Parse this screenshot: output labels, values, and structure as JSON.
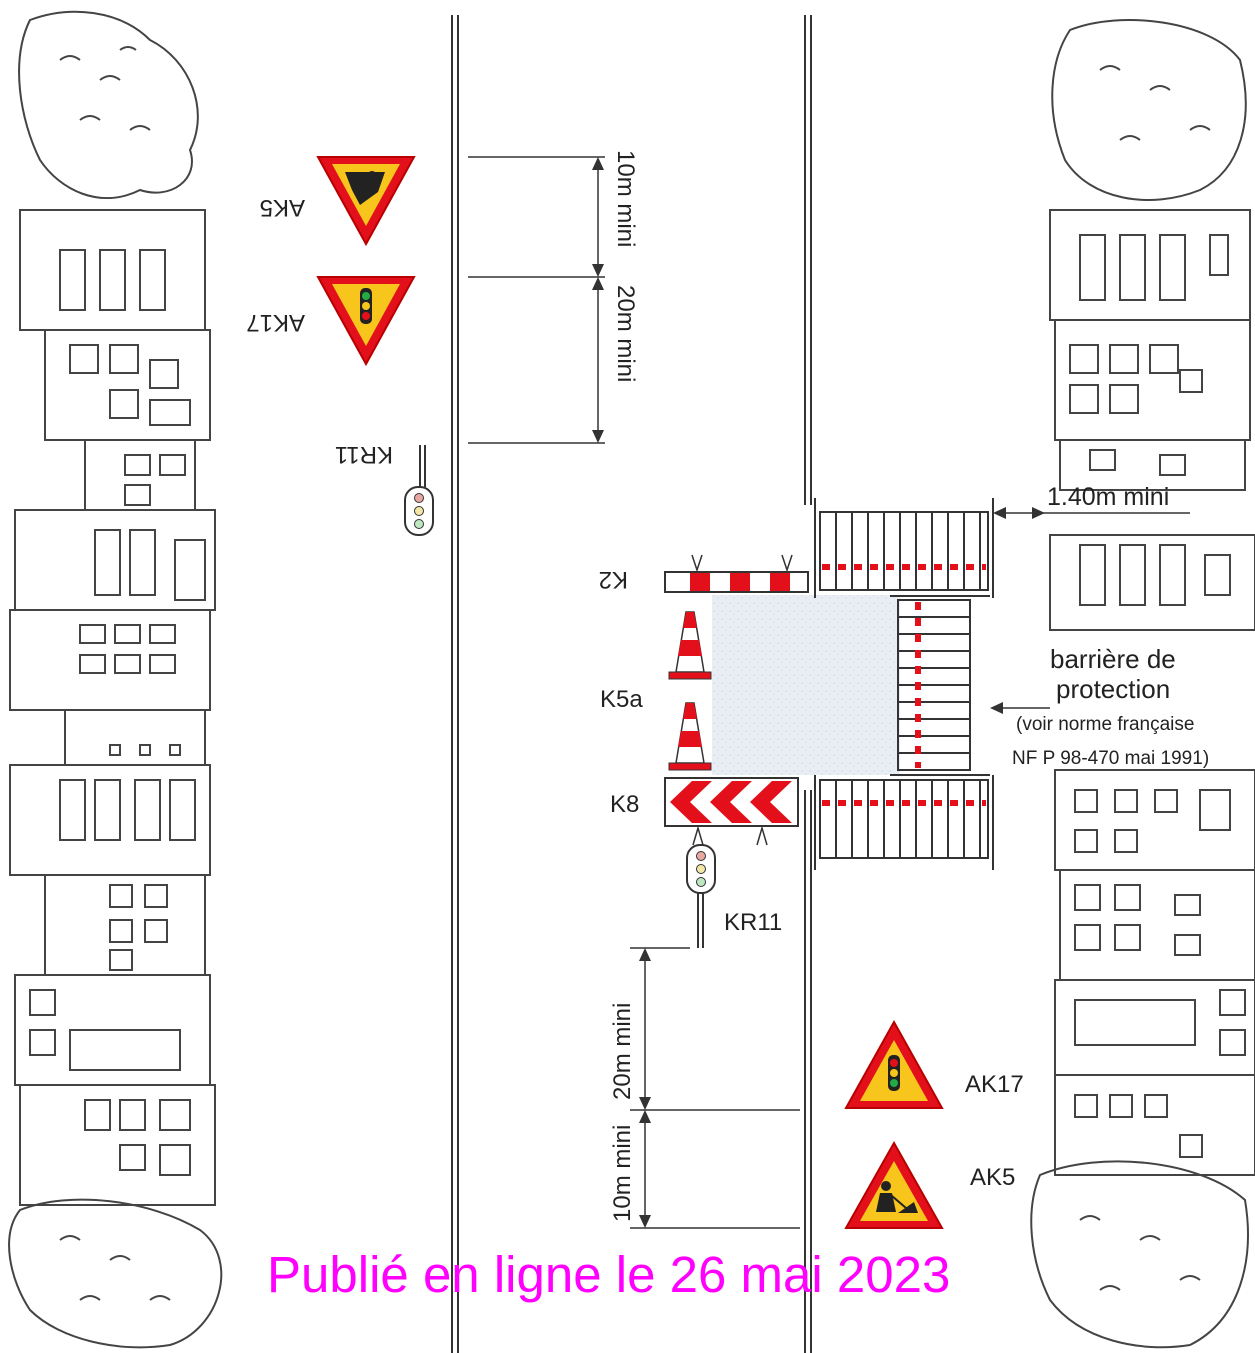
{
  "signs": {
    "ak5_top": "AK5",
    "ak17_top": "AK17",
    "kr11_top": "KR11",
    "k2": "K2",
    "k5a": "K5a",
    "k8": "K8",
    "kr11_bottom": "KR11",
    "ak17_bottom": "AK17",
    "ak5_bottom": "AK5"
  },
  "dimensions": {
    "top_10m": "10m mini",
    "top_20m": "20m mini",
    "bottom_20m": "20m mini",
    "bottom_10m": "10m mini",
    "sidewalk": "1.40m mini"
  },
  "barrier": {
    "line1": "barrière de",
    "line2": "protection",
    "line3": "(voir norme française",
    "line4": "NF P 98-470 mai 1991)"
  },
  "watermark": "Publié en ligne le 26 mai 2023",
  "colors": {
    "sign_red": "#e3101b",
    "sign_yellow": "#f7c51b",
    "work_zone": "#e9eef5",
    "watermark": "#ff00ff"
  }
}
